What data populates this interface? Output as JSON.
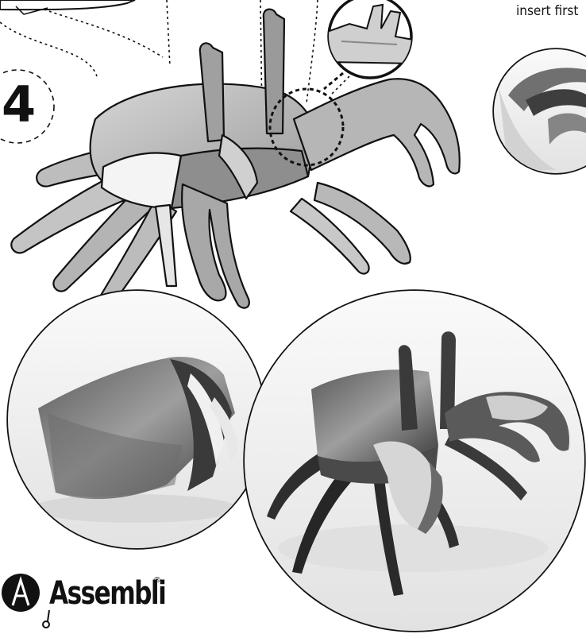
{
  "step": {
    "number": "4"
  },
  "note": {
    "text": "insert first"
  },
  "brand": {
    "name": "Assembli",
    "registered": "®",
    "logo_icon": "assembli-a-logo-icon"
  },
  "colors": {
    "ink": "#111111",
    "paper_light": "#ffffff",
    "part_light": "#cfcfcf",
    "part_mid": "#a8a8a8",
    "part_dark": "#6e6e6e",
    "photo_dark": "#3a3a3a",
    "photo_light": "#f0f0f0"
  }
}
